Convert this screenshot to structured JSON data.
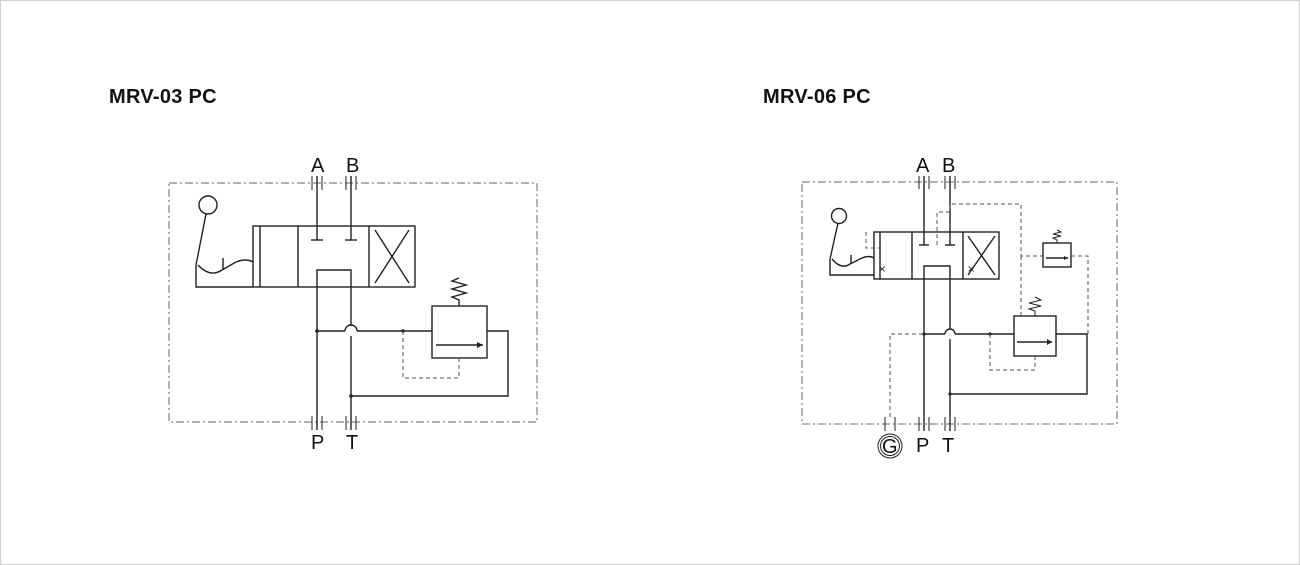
{
  "diagrams": [
    {
      "title": "MRV-03 PC",
      "ports": {
        "a": "A",
        "b": "B",
        "p": "P",
        "t": "T"
      }
    },
    {
      "title": "MRV-06 PC",
      "ports": {
        "a": "A",
        "b": "B",
        "p": "P",
        "t": "T",
        "g": "G"
      }
    }
  ]
}
